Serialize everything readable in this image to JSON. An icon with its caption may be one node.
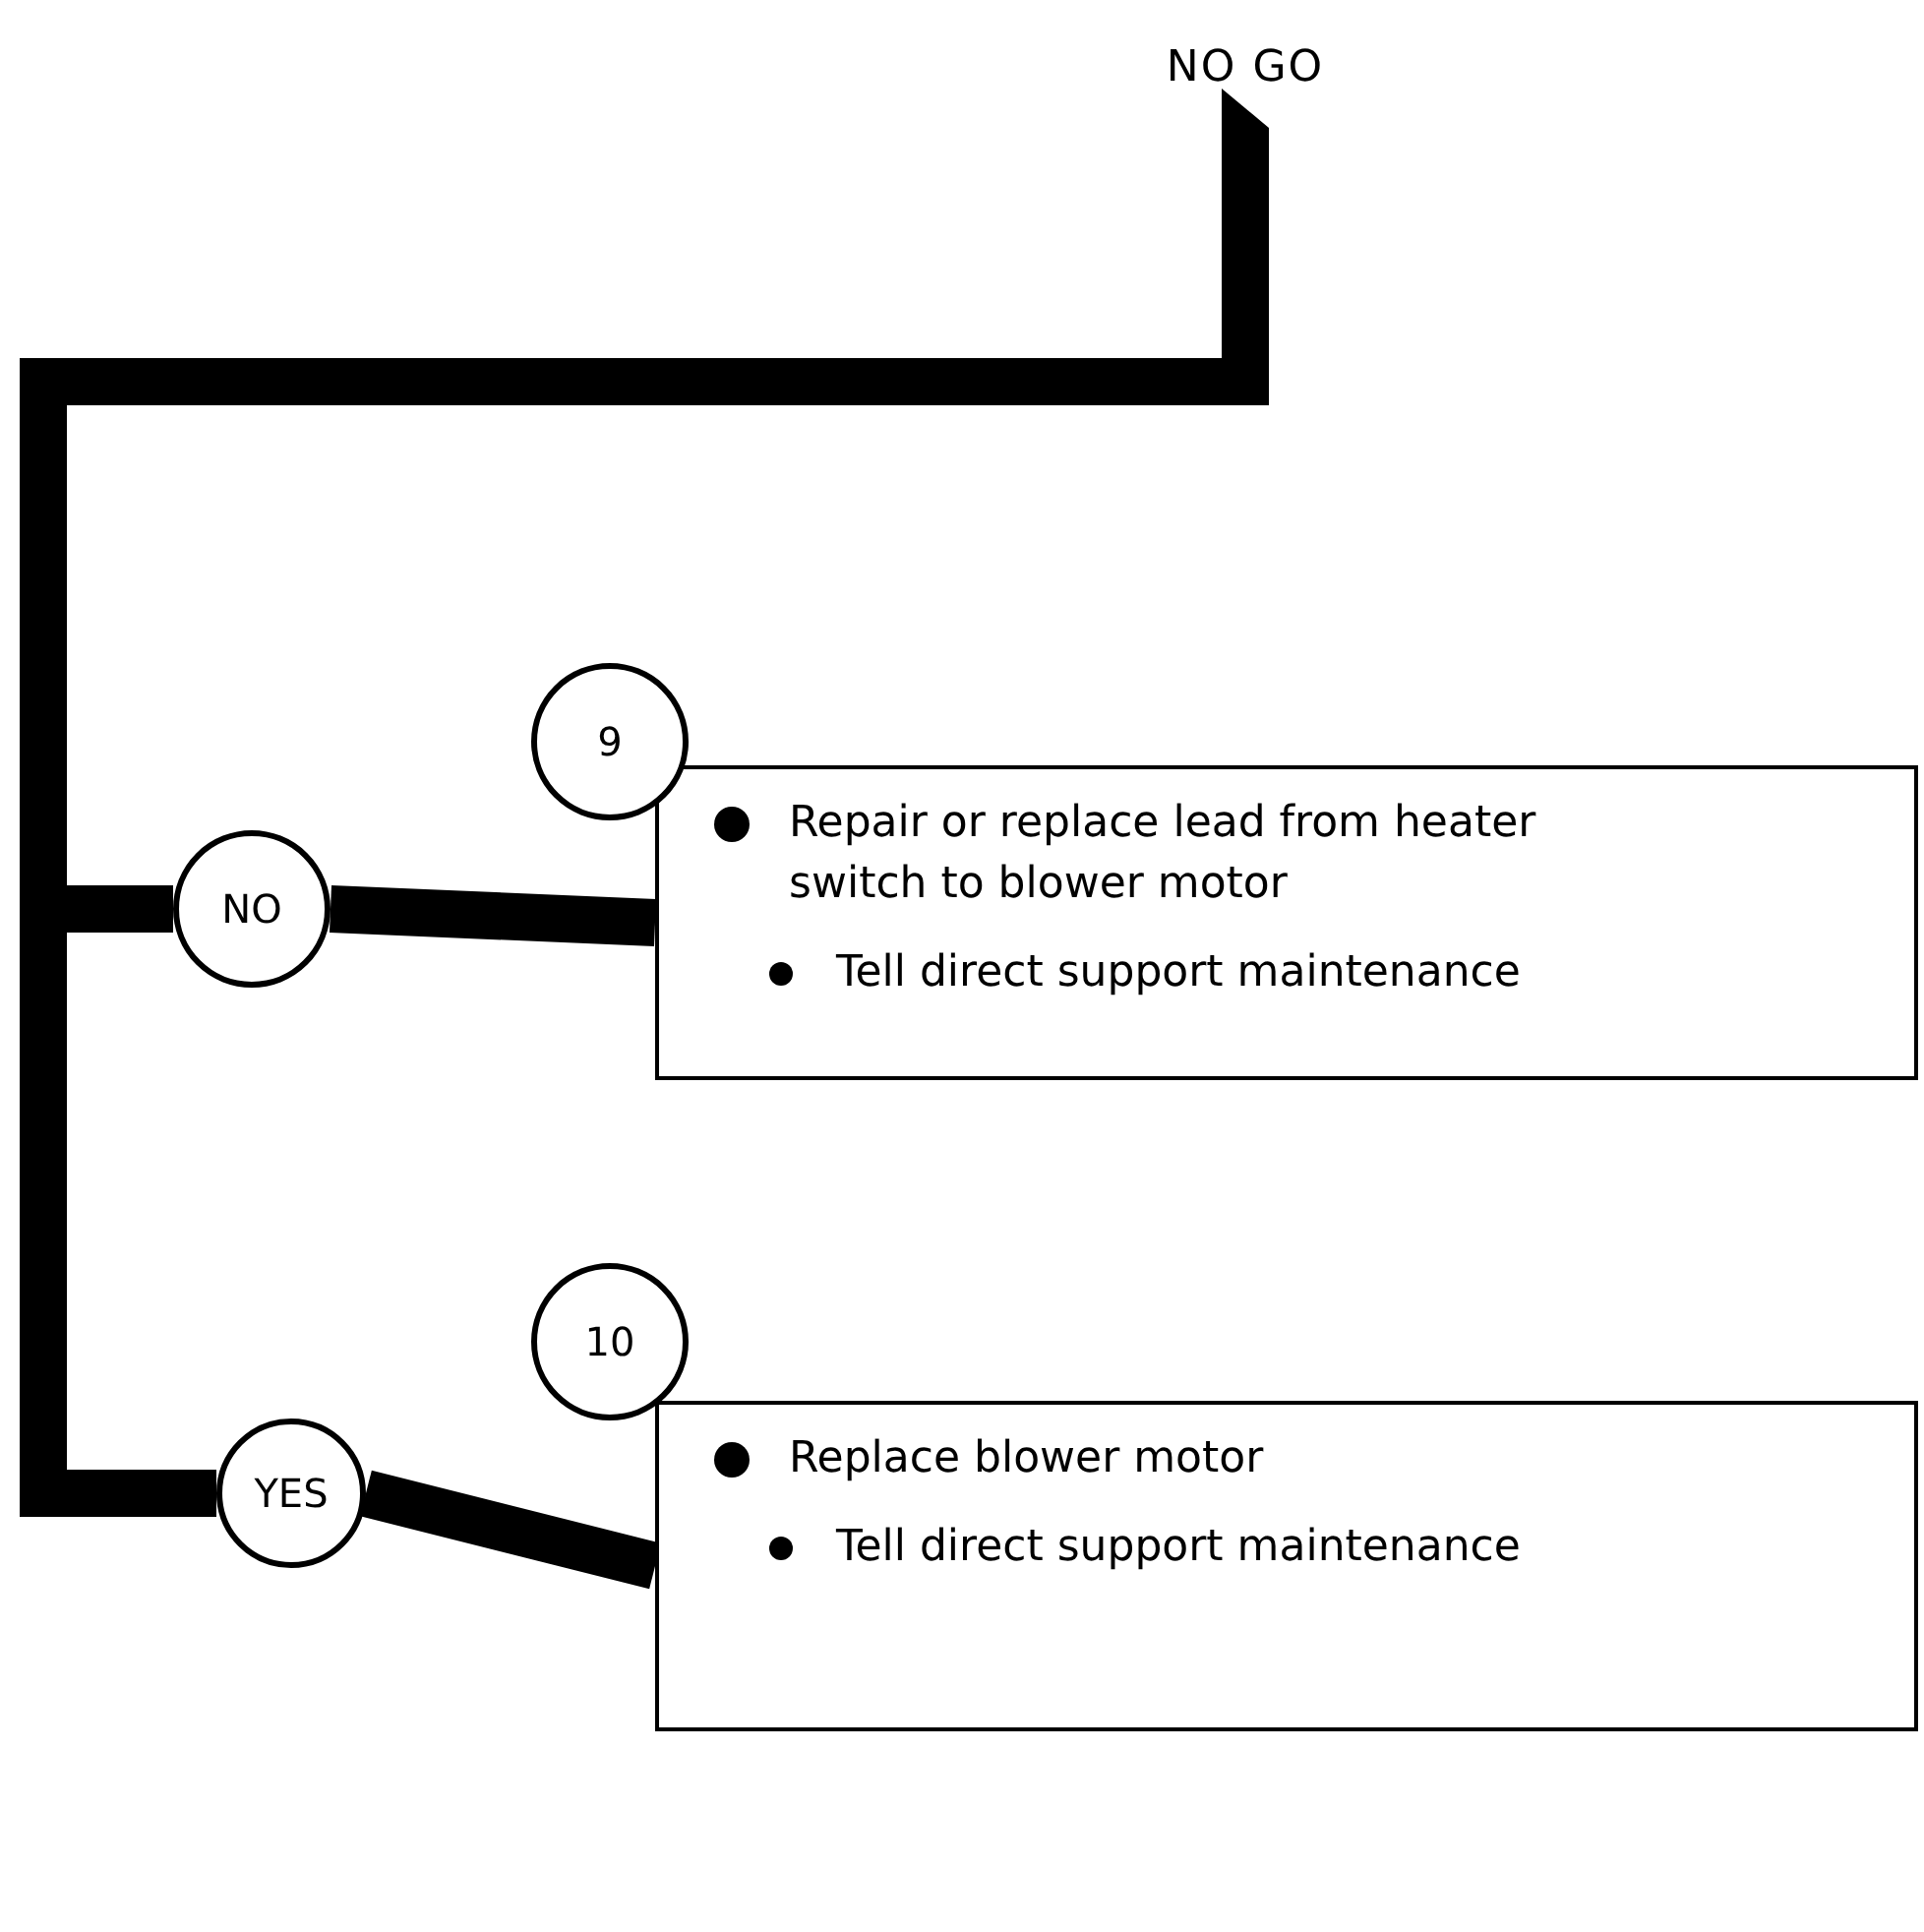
{
  "diagram": {
    "nodes": [
      {
        "text": [
          "NO GO"
        ]
      },
      {
        "text": [
          "NO"
        ]
      },
      {
        "text": [
          "9"
        ]
      },
      {
        "text": [
          "Repair or replace lead from heater switch to blower motor",
          "Tell direct support maintenance"
        ]
      },
      {
        "text": [
          "YES"
        ]
      },
      {
        "text": [
          "10"
        ]
      },
      {
        "text": [
          "Replace blower motor",
          "Tell direct support maintenance"
        ]
      }
    ],
    "edges": [
      {
        "from": 0,
        "to": 1,
        "arrow": "none"
      },
      {
        "from": 0,
        "to": 4,
        "arrow": "none"
      },
      {
        "from": 1,
        "to": 3,
        "arrow": "none"
      },
      {
        "from": 4,
        "to": 6,
        "arrow": "none"
      }
    ]
  }
}
